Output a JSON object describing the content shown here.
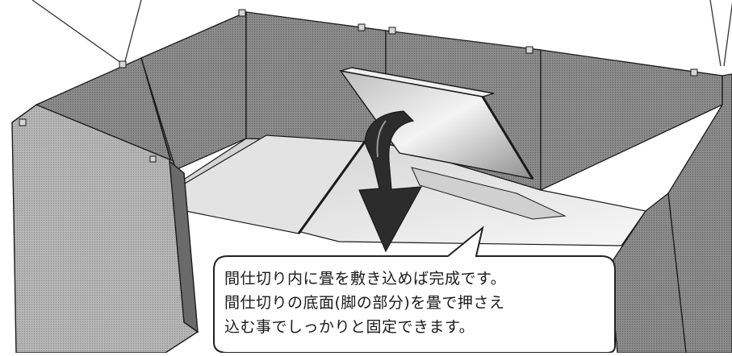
{
  "caption": {
    "lines": [
      "間仕切り内に畳を敷き込めば完成です。",
      "間仕切りの底面(脚の部分)を畳で押さえ",
      "込む事でしっかりと固定できます。"
    ]
  },
  "colors": {
    "panel_fill": "#7a7a7a",
    "panel_light": "#a9a9a9",
    "floor_fill": "#ededed",
    "tatami_fill": "#d9d9d9",
    "arrow_fill": "#303030",
    "outline": "#1a1a1a"
  }
}
